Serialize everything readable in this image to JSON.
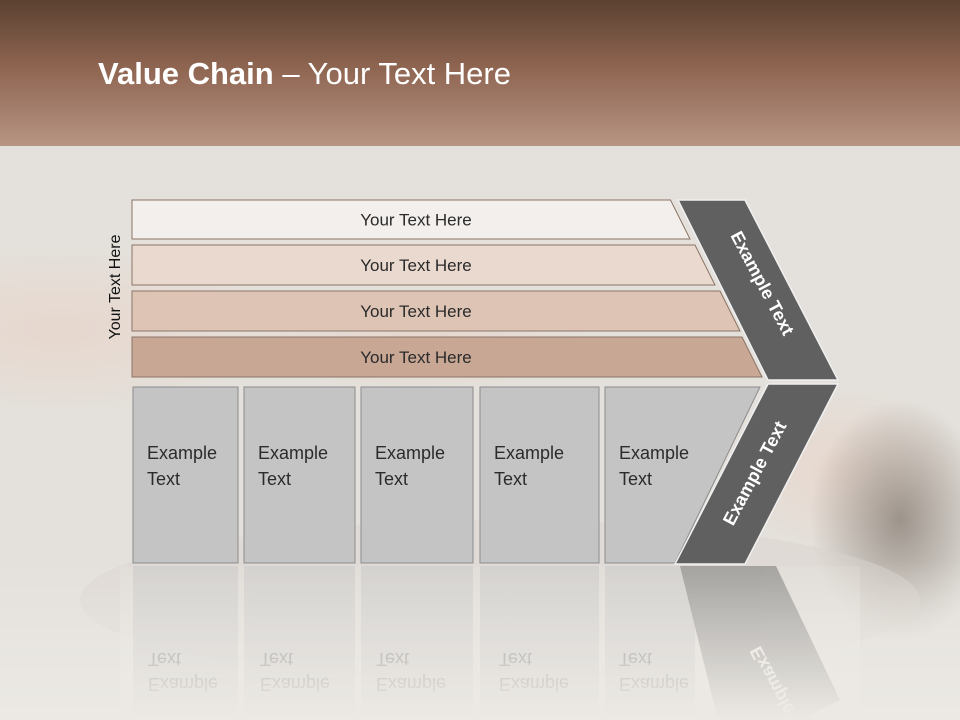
{
  "slide": {
    "title_bold": "Value Chain",
    "title_rest": " – Your Text Here",
    "side_label": "Your Text Here",
    "rows": [
      {
        "label": "Your Text Here",
        "color": "#f3efec"
      },
      {
        "label": "Your Text Here",
        "color": "#ead9cf"
      },
      {
        "label": "Your Text Here",
        "color": "#ddc4b5"
      },
      {
        "label": "Your Text Here",
        "color": "#c8a794"
      }
    ],
    "boxes": [
      {
        "line1": "Example",
        "line2": "Text"
      },
      {
        "line1": "Example",
        "line2": "Text"
      },
      {
        "line1": "Example",
        "line2": "Text"
      },
      {
        "line1": "Example",
        "line2": "Text"
      },
      {
        "line1": "Example",
        "line2": "Text"
      }
    ],
    "chevron_top_label": "Example Text",
    "chevron_bottom_label": "Example Text",
    "colors": {
      "header_dark": "#5b4131",
      "header_light": "#b79483",
      "box_fill": "#c4c4c4",
      "chevron_fill": "#606060"
    }
  }
}
